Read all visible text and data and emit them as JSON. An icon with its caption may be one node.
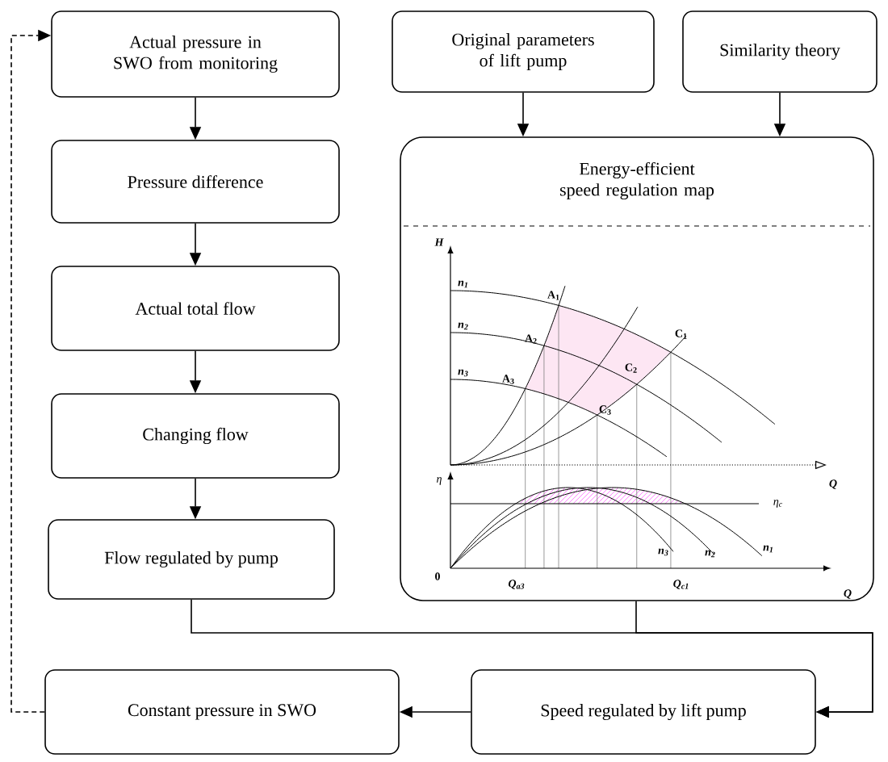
{
  "diagram": {
    "nodes": [
      {
        "text": [
          "Actual pressure in SWO from monitoring"
        ]
      },
      {
        "text": [
          "Pressure difference"
        ]
      },
      {
        "text": [
          "Actual total flow"
        ]
      },
      {
        "text": [
          "Changing flow"
        ]
      },
      {
        "text": [
          "Flow regulated by pump"
        ]
      },
      {
        "text": [
          "Original parameters of lift pump"
        ]
      },
      {
        "text": [
          "Similarity theory"
        ]
      },
      {
        "text": [
          "Energy-efficient speed regulation map"
        ]
      },
      {
        "text": [
          "Speed regulated by lift pump"
        ]
      },
      {
        "text": [
          "Constant pressure in SWO"
        ]
      }
    ],
    "edges": [
      {
        "from": 0,
        "to": 1,
        "arrow": "to"
      },
      {
        "from": 1,
        "to": 2,
        "arrow": "to"
      },
      {
        "from": 2,
        "to": 3,
        "arrow": "to"
      },
      {
        "from": 3,
        "to": 4,
        "arrow": "to"
      },
      {
        "from": 5,
        "to": 7,
        "arrow": "to"
      },
      {
        "from": 6,
        "to": 7,
        "arrow": "to"
      },
      {
        "from": 4,
        "to": 8,
        "arrow": "to"
      },
      {
        "from": 7,
        "to": 8,
        "arrow": "to"
      },
      {
        "from": 8,
        "to": 9,
        "arrow": "to"
      },
      {
        "from": 9,
        "to": 0,
        "arrow": "to",
        "style": "dashed"
      }
    ],
    "labels": [
      "H",
      "n$_{1}$",
      "A$_{1}$",
      "n$_{2}$",
      "A$_{2}$",
      "C$_{1}$",
      "n$_{3}$",
      "A$_{3}$",
      "C$_{2}$",
      "C$_{3}$",
      "η",
      "Q",
      "η$_{c}$",
      "n$_{3}$",
      "n$_{2}$",
      "n$_{1}$",
      "0",
      "Q$_{a3}$",
      "Q$_{c1}$",
      "Q"
    ]
  }
}
